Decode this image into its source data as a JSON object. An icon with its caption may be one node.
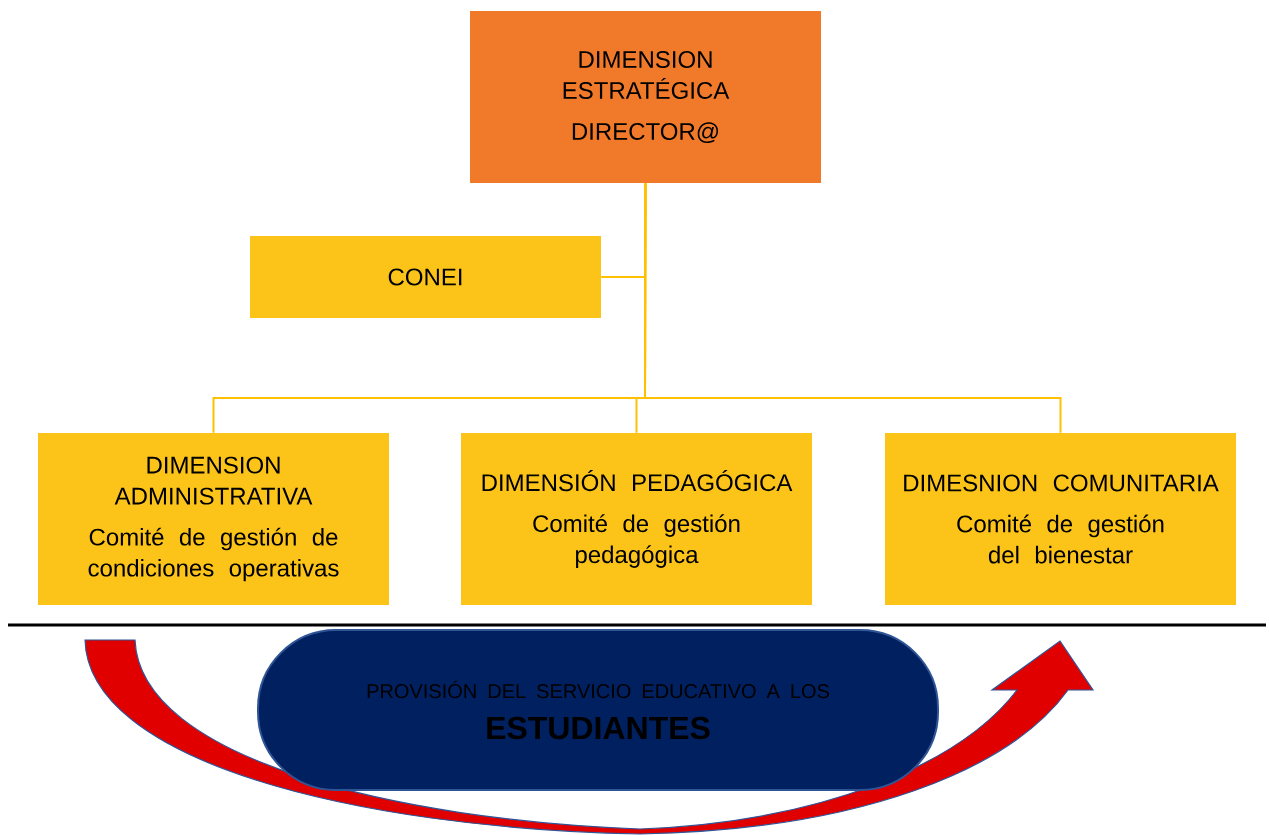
{
  "diagram": {
    "nodes": [
      {
        "text": [
          "DIMENSION ESTRATÉGICA",
          "DIRECTOR@"
        ]
      },
      {
        "text": [
          "CONEI"
        ]
      },
      {
        "text": [
          "DIMENSION ADMINISTRATIVA",
          "Comité de gestión de condiciones operativas"
        ]
      },
      {
        "text": [
          "DIMENSIÓN PEDAGÓGICA",
          "Comité de gestión pedagógica"
        ]
      },
      {
        "text": [
          "DIMESNION COMUNITARIA",
          "Comité de gestión del bienestar"
        ]
      },
      {
        "text": [
          "PROVISIÓN DEL SERVICIO EDUCATIVO A LOS",
          "ESTUDIANTES"
        ]
      }
    ],
    "edges": [
      {
        "from": 0,
        "to": 1,
        "arrow": "none"
      },
      {
        "from": 0,
        "to": 2,
        "arrow": "none"
      },
      {
        "from": 0,
        "to": 3,
        "arrow": "none"
      },
      {
        "from": 0,
        "to": 4,
        "arrow": "none"
      }
    ]
  }
}
